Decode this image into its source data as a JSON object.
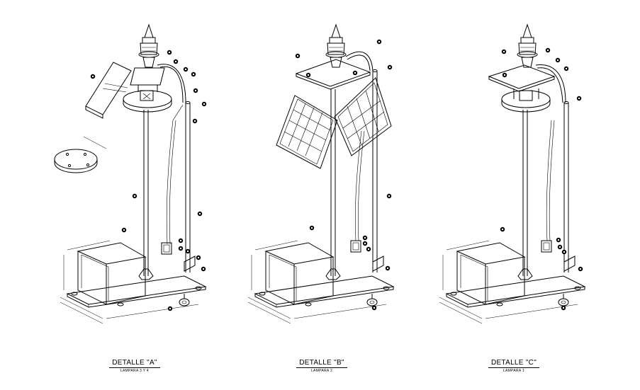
{
  "details": [
    {
      "title": "DETALLE \"A\"",
      "subtitle": "LAMPARA 3 Y 4"
    },
    {
      "title": "DETALLE \"B\"",
      "subtitle": "LAMPARA 2"
    },
    {
      "title": "DETALLE \"C\"",
      "subtitle": "LAMPARA 1"
    }
  ]
}
